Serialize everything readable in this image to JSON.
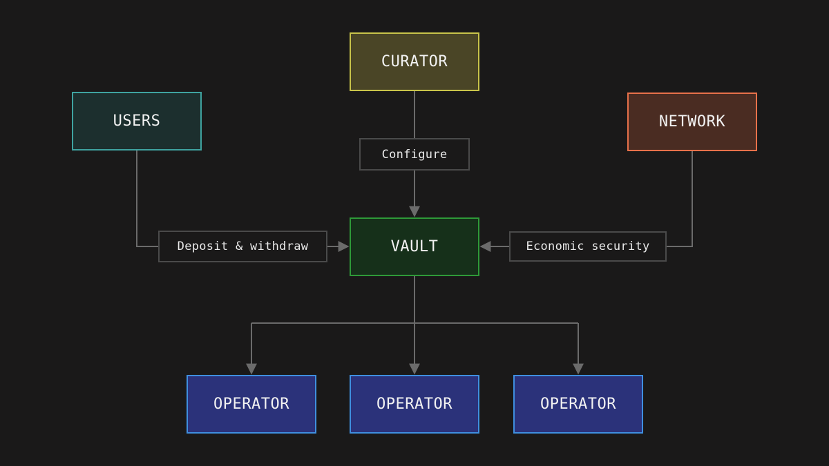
{
  "nodes": {
    "curator": {
      "label": "CURATOR",
      "fill": "#4a4526",
      "stroke": "#c9c44a"
    },
    "users": {
      "label": "USERS",
      "fill": "#1c2f2e",
      "stroke": "#3fa3a0"
    },
    "network": {
      "label": "NETWORK",
      "fill": "#4a2c22",
      "stroke": "#e8714a"
    },
    "vault": {
      "label": "VAULT",
      "fill": "#16301a",
      "stroke": "#2e9a38"
    },
    "operator_1": {
      "label": "OPERATOR",
      "fill": "#2b327a",
      "stroke": "#3f8fe0"
    },
    "operator_2": {
      "label": "OPERATOR",
      "fill": "#2b327a",
      "stroke": "#3f8fe0"
    },
    "operator_3": {
      "label": "OPERATOR",
      "fill": "#2b327a",
      "stroke": "#3f8fe0"
    }
  },
  "edge_labels": {
    "configure": "Configure",
    "deposit_withdraw": "Deposit & withdraw",
    "economic_security": "Economic security"
  },
  "colors": {
    "background": "#1a1919",
    "connector": "#6b6b6b",
    "label_border": "#4a4a4a"
  }
}
